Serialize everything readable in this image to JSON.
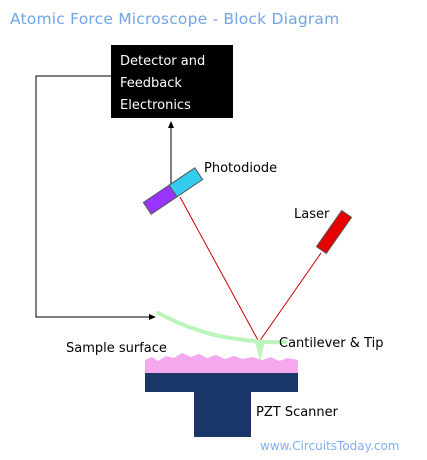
{
  "title": "Atomic Force Microscope - Block Diagram",
  "detector": {
    "line1": "Detector and",
    "line2": "Feedback",
    "line3": "Electronics"
  },
  "labels": {
    "photodiode": "Photodiode",
    "laser": "Laser",
    "sample_surface": "Sample surface",
    "cantilever_tip": "Cantilever & Tip",
    "pzt_scanner": "PZT Scanner"
  },
  "footer": "www.CircuitsToday.com",
  "colors": {
    "title": "#6fa6ea",
    "footer": "#7fb0ee",
    "detector_box": "#000000",
    "photodiode_purple": "#9933ff",
    "photodiode_cyan": "#33ccee",
    "laser": "#e60000",
    "beam": "#cc0000",
    "cantilever": "#bbf5bb",
    "sample": "#f5a8ee",
    "scanner": "#1a3568"
  }
}
